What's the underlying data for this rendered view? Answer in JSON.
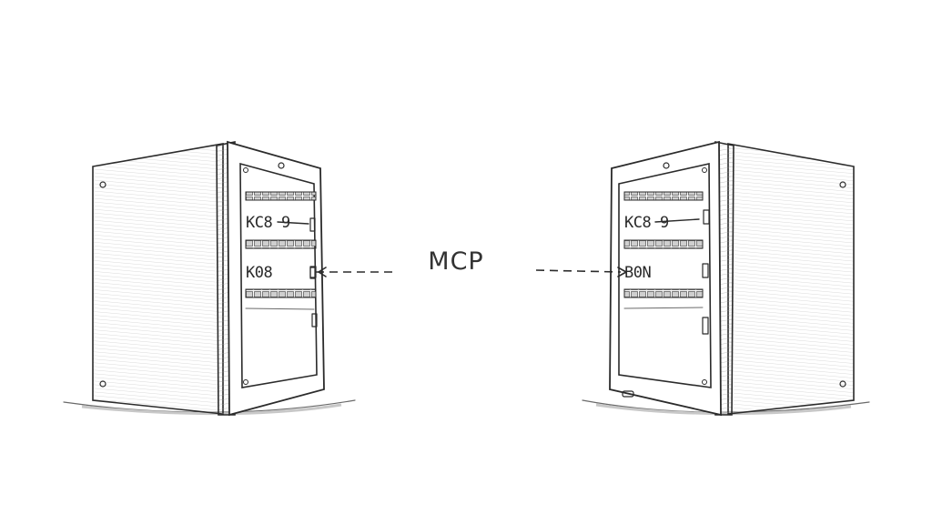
{
  "diagram": {
    "connector_label": "MCP",
    "left_server": {
      "panel_labels": [
        "KC8 9",
        "K08"
      ]
    },
    "right_server": {
      "panel_labels": [
        "KC8 9",
        "B0N"
      ]
    },
    "colors": {
      "ink": "#2b2b2b",
      "shade": "#9a9a9a",
      "background": "#ffffff"
    }
  }
}
